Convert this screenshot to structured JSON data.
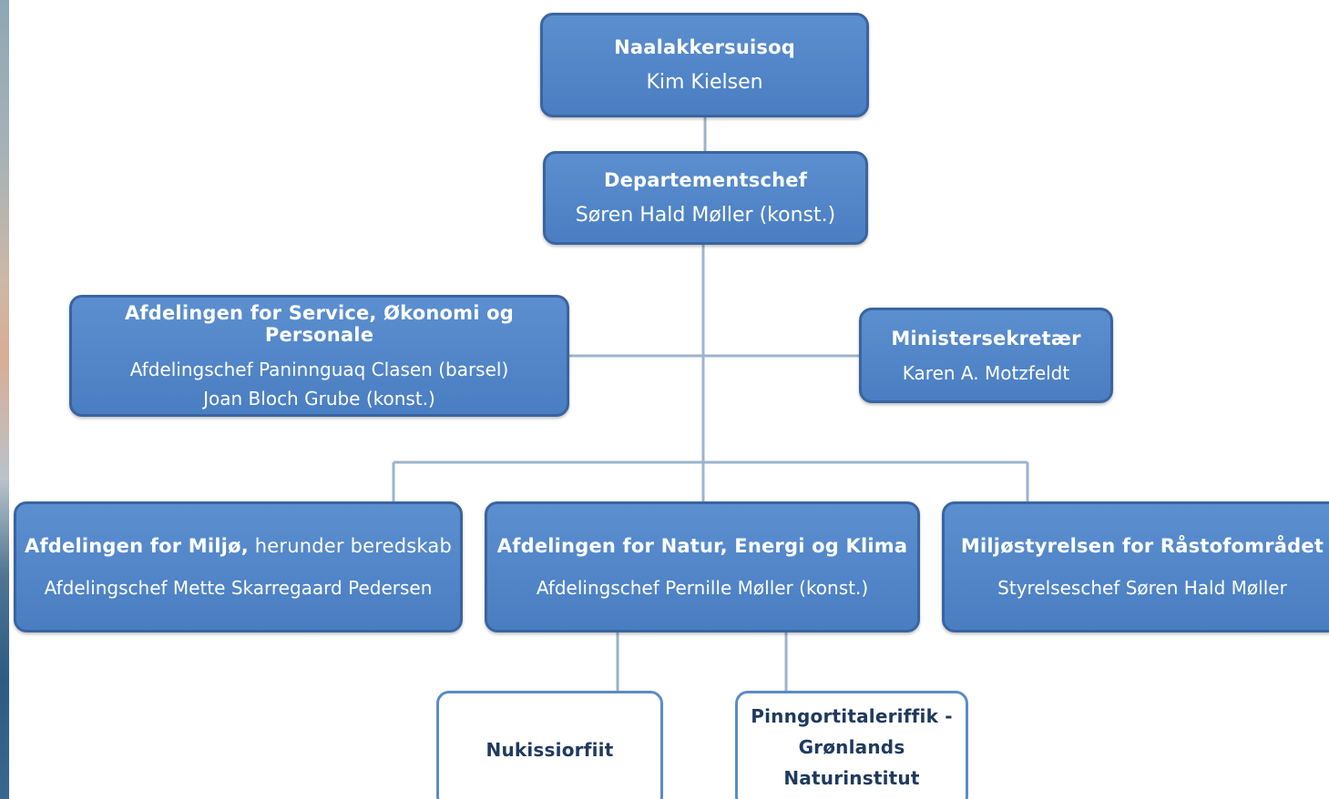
{
  "colors": {
    "box_fill": "#4f83c6",
    "box_border": "#3a64a0",
    "connector": "#9db3cc",
    "white_box_border": "#5b8bc8",
    "white_box_text": "#1f3a60"
  },
  "nodes": {
    "naalakkersuisoq": {
      "title": "Naalakkersuisoq",
      "name": "Kim Kielsen"
    },
    "departementschef": {
      "title": "Departementschef",
      "name": "Søren Hald Møller (konst.)"
    },
    "service": {
      "title": "Afdelingen for Service, Økonomi og Personale",
      "line1": "Afdelingschef Paninnguaq Clasen (barsel)",
      "line2": "Joan Bloch Grube (konst.)"
    },
    "ministersekretaer": {
      "title": "Ministersekretær",
      "name": "Karen A. Motzfeldt"
    },
    "miljo": {
      "title_bold": "Afdelingen for Miljø,",
      "title_rest": " herunder beredskab",
      "name": "Afdelingschef Mette Skarregaard Pedersen"
    },
    "natur": {
      "title": "Afdelingen for Natur, Energi og Klima",
      "name": "Afdelingschef Pernille Møller (konst.)"
    },
    "raastof": {
      "title": "Miljøstyrelsen for Råstofområdet",
      "name": "Styrelseschef Søren Hald Møller"
    },
    "nukissiorfiit": {
      "title": "Nukissiorfiit"
    },
    "pinngortitaleriffik": {
      "line1": "Pinngortitaleriffik -",
      "line2": "Grønlands",
      "line3": "Naturinstitut"
    }
  }
}
